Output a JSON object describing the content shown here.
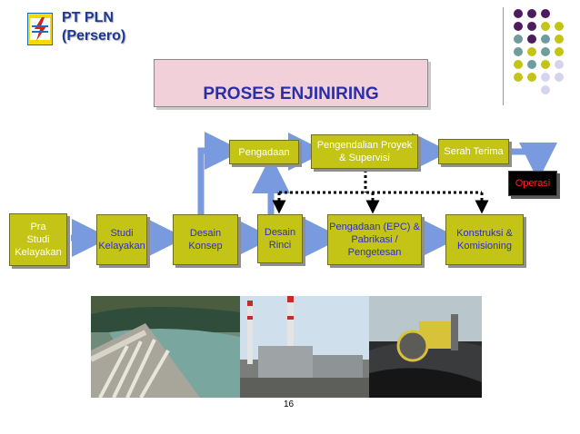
{
  "header": {
    "company_line1": "PT PLN",
    "company_line2": "(Persero)",
    "logo_icon": "pln-lightning-logo-icon"
  },
  "title": "PROSES ENJINIRING",
  "flow": {
    "top_row": {
      "pengadaan": "Pengadaan",
      "pengendalian_line1": "Pengendalian Proyek",
      "pengendalian_line2": "& Supervisi",
      "serah_terima": "Serah Terima",
      "operasi": "Operasi"
    },
    "bottom_row": {
      "pra_line1": "Pra",
      "pra_line2": "Studi",
      "pra_line3": "Kelayakan",
      "studi_line1": "Studi",
      "studi_line2": "Kelayakan",
      "desain_konsep_line1": "Desain",
      "desain_konsep_line2": "Konsep",
      "desain_rinci_line1": "Desain",
      "desain_rinci_line2": "Rinci",
      "epc_line1": "Pengadaan (EPC) &",
      "epc_line2": "Pabrikasi /",
      "epc_line3": "Pengetesan",
      "konstruksi_line1": "Konstruksi &",
      "konstruksi_line2": "Komisioning"
    }
  },
  "colors": {
    "box_fill": "#c3c416",
    "arrow": "#7a9ae0",
    "title_text": "#2a2fa8",
    "title_bg": "#f1d0da",
    "dot_purple": "#4b1d5f",
    "dot_teal": "#6f9c9c",
    "dot_yellow": "#c3c416",
    "dot_lavender": "#d4d4ec"
  },
  "photos": [
    "dam-spillway-photo",
    "power-plant-photo",
    "mining-excavator-photo"
  ],
  "page_number": "16"
}
